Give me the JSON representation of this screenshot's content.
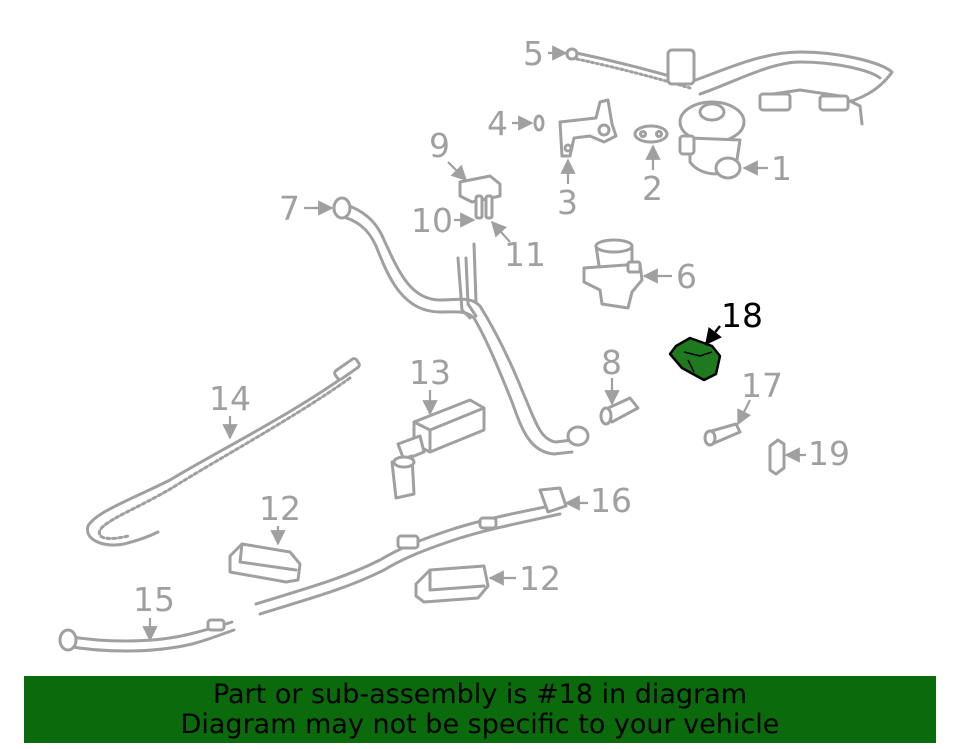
{
  "banner": {
    "line1": "Part or sub-assembly is #18 in diagram",
    "line2": "Diagram may not be specific to your vehicle",
    "background_color": "#0b6a0b",
    "text_color": "#000000"
  },
  "diagram": {
    "part_color": "#a0a0a0",
    "highlight_fill": "#1f7a1f",
    "highlight_label_color": "#000000",
    "highlighted_part": "18",
    "callouts": [
      {
        "id": "p1",
        "label": "1"
      },
      {
        "id": "p2",
        "label": "2"
      },
      {
        "id": "p3",
        "label": "3"
      },
      {
        "id": "p4",
        "label": "4"
      },
      {
        "id": "p5",
        "label": "5"
      },
      {
        "id": "p6",
        "label": "6"
      },
      {
        "id": "p7",
        "label": "7"
      },
      {
        "id": "p8",
        "label": "8"
      },
      {
        "id": "p9",
        "label": "9"
      },
      {
        "id": "p10",
        "label": "10"
      },
      {
        "id": "p11",
        "label": "11"
      },
      {
        "id": "p12a",
        "label": "12"
      },
      {
        "id": "p12b",
        "label": "12"
      },
      {
        "id": "p13",
        "label": "13"
      },
      {
        "id": "p14",
        "label": "14"
      },
      {
        "id": "p15",
        "label": "15"
      },
      {
        "id": "p16",
        "label": "16"
      },
      {
        "id": "p17",
        "label": "17"
      },
      {
        "id": "p18",
        "label": "18"
      },
      {
        "id": "p19",
        "label": "19"
      }
    ]
  }
}
